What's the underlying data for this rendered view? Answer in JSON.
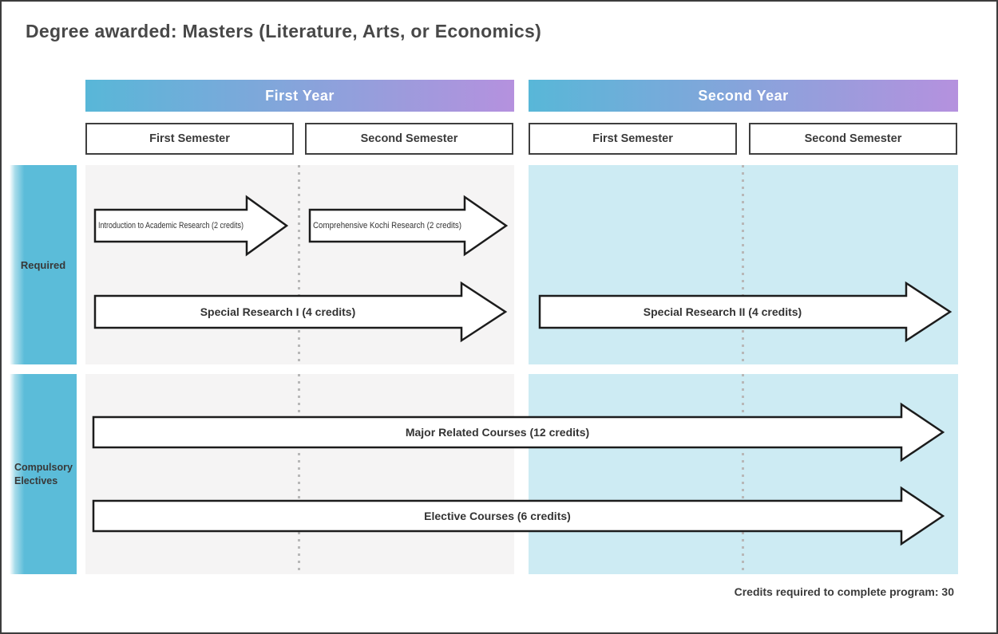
{
  "title": "Degree awarded: Masters (Literature, Arts, or Economics)",
  "years": [
    {
      "label": "First Year",
      "semesters": [
        "First Semester",
        "Second Semester"
      ]
    },
    {
      "label": "Second Year",
      "semesters": [
        "First Semester",
        "Second Semester"
      ]
    }
  ],
  "row_groups": [
    {
      "label": "Required",
      "lines": [
        "Required"
      ]
    },
    {
      "label": "Compulsory Electives",
      "lines": [
        "Compulsory",
        "Electives"
      ]
    }
  ],
  "arrows": {
    "intro": "Introduction to Academic Research (2 credits)",
    "kochi": "Comprehensive Kochi Research (2 credits)",
    "special1": "Special Research I (4 credits)",
    "special2": "Special Research II (4 credits)",
    "major": "Major Related Courses (12 credits)",
    "elective": "Elective Courses (6 credits)"
  },
  "footer": "Credits required to complete program: 30",
  "colors": {
    "year_band_gradient_start": "#58b7d8",
    "year_band_gradient_end": "#b591de",
    "row_label_bg": "#5bbcd9",
    "year1_panel_bg": "#f5f4f4",
    "year2_panel_bg": "#cdebf3",
    "arrow_fill": "#ffffff",
    "arrow_stroke": "#1c1c1c",
    "text_color": "#3b3b3b"
  }
}
